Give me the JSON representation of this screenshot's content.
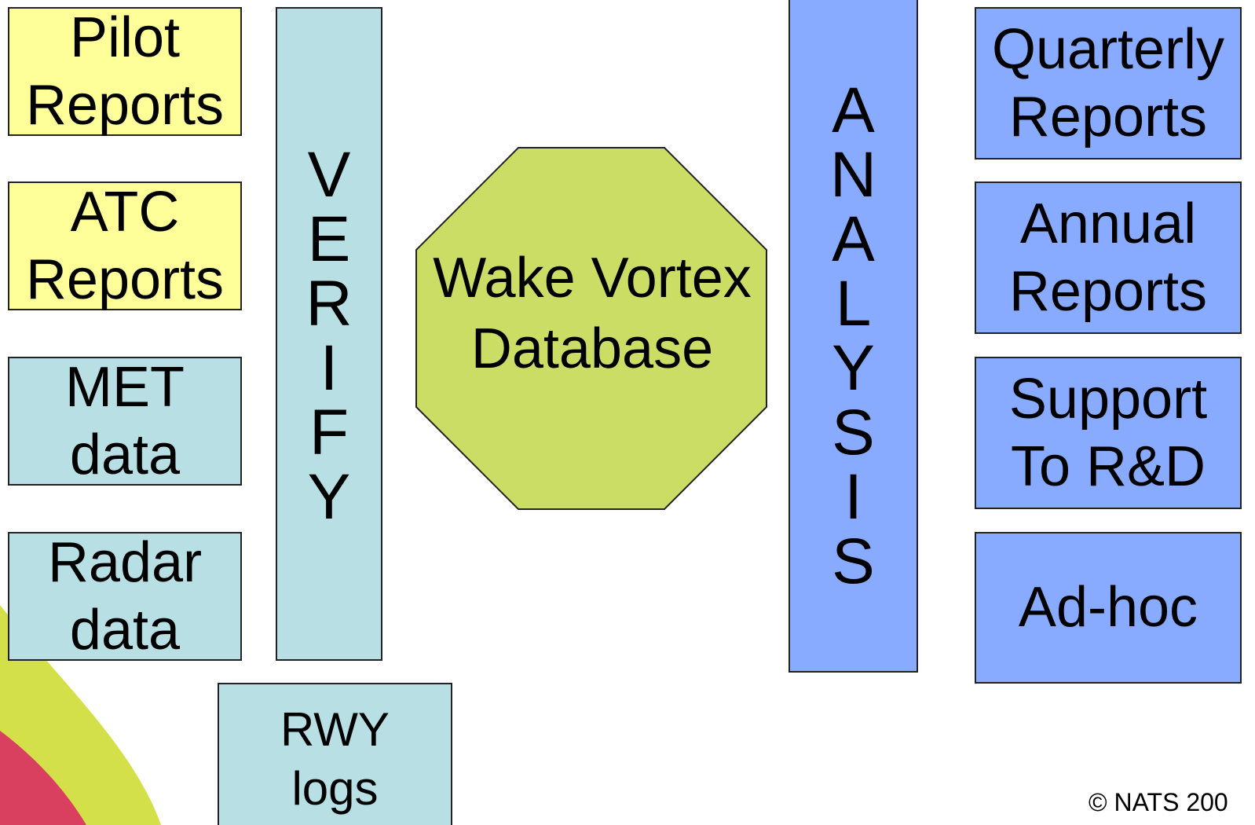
{
  "sources": [
    {
      "label": "Pilot\nReports",
      "color": "yellow"
    },
    {
      "label": "ATC\nReports",
      "color": "yellow"
    },
    {
      "label": "MET\ndata",
      "color": "teal"
    },
    {
      "label": "Radar\ndata",
      "color": "teal"
    }
  ],
  "rwy_logs": {
    "label": "RWY\nlogs"
  },
  "verify": {
    "letters": [
      "V",
      "E",
      "R",
      "I",
      "F",
      "Y"
    ]
  },
  "database": {
    "label": "Wake Vortex\nDatabase"
  },
  "analysis": {
    "letters": [
      "A",
      "N",
      "A",
      "L",
      "Y",
      "S",
      "I",
      "S"
    ]
  },
  "outputs": [
    {
      "label": "Quarterly\nReports"
    },
    {
      "label": "Annual\nReports"
    },
    {
      "label": "Support\nTo R&D"
    },
    {
      "label": "Ad-hoc"
    }
  ],
  "copyright": "© NATS 200",
  "colors": {
    "yellow": "#ffff99",
    "teal": "#b8dfe3",
    "blue": "#88aaff",
    "octagon": "#ccdd66",
    "swoosh_yellow": "#d4e04a",
    "swoosh_red": "#d94060"
  }
}
